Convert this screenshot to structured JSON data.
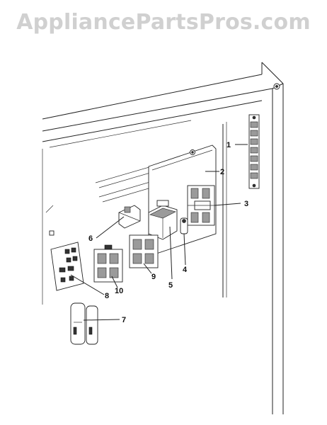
{
  "watermark": {
    "text": "AppliancePartsPros.com",
    "color": "#d0d0d0"
  },
  "callouts": [
    "1",
    "2",
    "3",
    "4",
    "5",
    "6",
    "7",
    "8",
    "9",
    "10"
  ]
}
